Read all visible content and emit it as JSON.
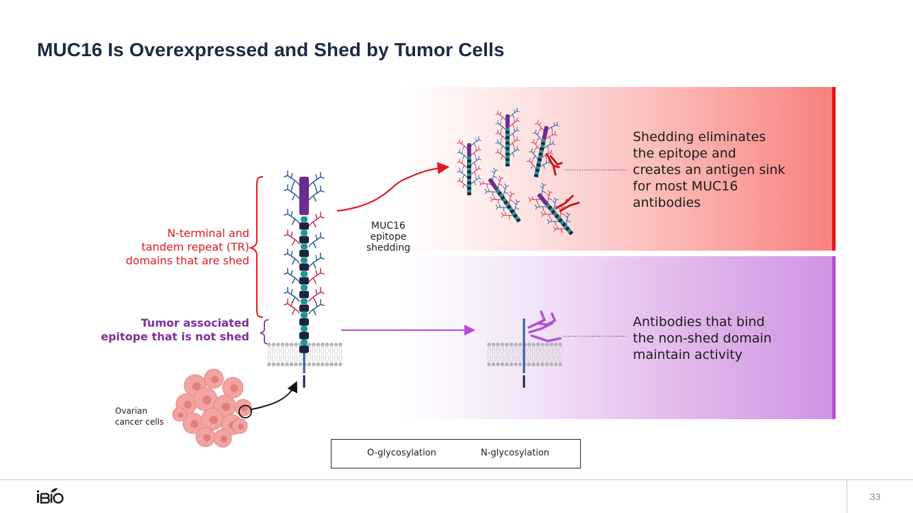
{
  "title": "MUC16 Is Overexpressed and Shed by Tumor Cells",
  "labels": {
    "nterminal": [
      "N-terminal and",
      "tandem repeat (TR)",
      "domains that are shed"
    ],
    "tumor_epitope": [
      "Tumor associated",
      "epitope that is not shed"
    ],
    "shedding": [
      "MUC16",
      "epitope",
      "shedding"
    ],
    "ovarian": [
      "Ovarian",
      "cancer cells"
    ]
  },
  "panels": {
    "shed": [
      "Shedding eliminates",
      "the epitope and",
      "creates an antigen sink",
      "for most MUC16",
      "antibodies"
    ],
    "bind": [
      "Antibodies that bind",
      "the non-shed domain",
      "maintain activity"
    ]
  },
  "legend": {
    "o_glycosylation": "O-glycosylation",
    "n_glycosylation": "N-glycosylation"
  },
  "footer": {
    "logo": "iBio",
    "page_number": "33"
  },
  "colors": {
    "title": "#1c2a44",
    "red_accent": "#e3161b",
    "purple_accent": "#b34fd3",
    "o_glycan": "#2c5aa0",
    "n_glycan": "#c0305a",
    "tr_teal": "#1a9a93",
    "tr_navy": "#1c2340",
    "nterm_purple": "#6a2d91"
  }
}
